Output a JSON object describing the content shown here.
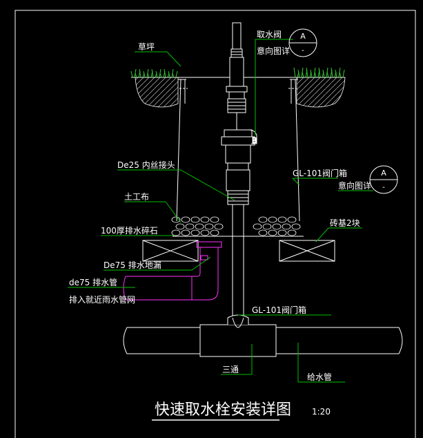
{
  "drawing": {
    "title": "快速取水栓安装详图",
    "scale": "1:20"
  },
  "labels": {
    "lawn": "草坪",
    "hydrant_valve": "取水阀",
    "see_intent_1": "意向图详",
    "inner_thread_joint": "De25 内丝接头",
    "valve_box_label": "GL-101阀门箱",
    "see_intent_2": "意向图详",
    "geotextile": "土工布",
    "gravel": "100厚排水碎石",
    "brick_base": "砖基2块",
    "floor_drain": "De75 排水地漏",
    "drain_pipe": "de75 排水管",
    "drain_to": "排入就近雨水管网",
    "valve_box_lower": "GL-101阀门箱",
    "tee": "三通",
    "supply_pipe": "给水管"
  },
  "bubbles": [
    {
      "top": "A",
      "bottom": "-"
    },
    {
      "top": "A",
      "bottom": "-"
    }
  ],
  "colors": {
    "background": "#000000",
    "line": "#ffffff",
    "leader": "#00c000",
    "grass": "#33cc33",
    "drain": "#ff33ff"
  }
}
